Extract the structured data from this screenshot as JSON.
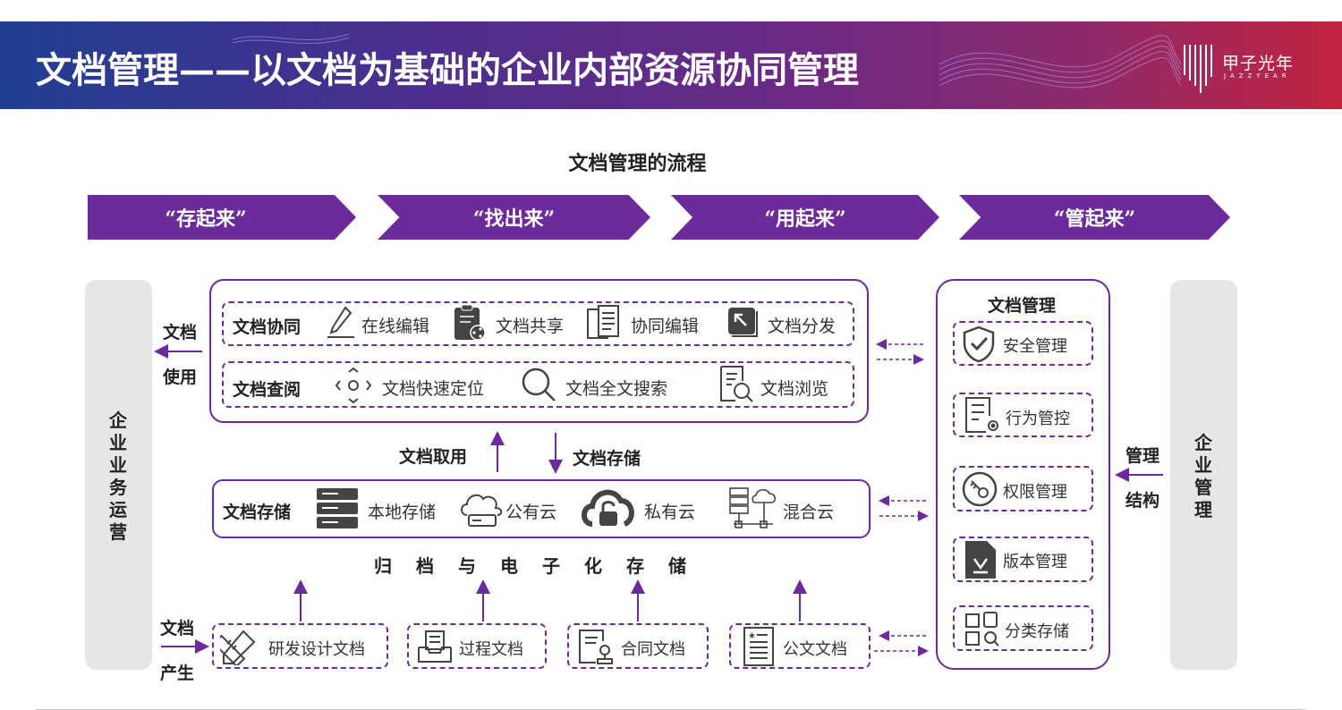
{
  "header": {
    "title": "文档管理——以文档为基础的企业内部资源协同管理",
    "logo_cn": "甲子光年",
    "logo_en": "JAZZYEAR"
  },
  "diagram_title": "文档管理的流程",
  "stages": [
    "“存起来”",
    "“找出来”",
    "“用起来”",
    "“管起来”"
  ],
  "left_panel": {
    "label": "企业业务运营",
    "chars": [
      "企",
      "业",
      "业",
      "务",
      "运",
      "营"
    ]
  },
  "right_panel": {
    "label": "企业管理",
    "chars": [
      "企",
      "业",
      "管",
      "理"
    ]
  },
  "flow_labels": {
    "doc_use_1": "文档",
    "doc_use_2": "使用",
    "doc_produce_1": "文档",
    "doc_produce_2": "产生",
    "doc_retrieve": "文档取用",
    "doc_store": "文档存储",
    "mgmt_structure_1": "管理",
    "mgmt_structure_2": "结构"
  },
  "collaboration": {
    "title": "文档协同",
    "items": [
      {
        "label": "在线编辑",
        "icon": "pen-icon"
      },
      {
        "label": "文档共享",
        "icon": "share-doc-icon"
      },
      {
        "label": "协同编辑",
        "icon": "collab-edit-icon"
      },
      {
        "label": "文档分发",
        "icon": "distribute-icon"
      }
    ]
  },
  "review": {
    "title": "文档查阅",
    "items": [
      {
        "label": "文档快速定位",
        "icon": "locate-icon"
      },
      {
        "label": "文档全文搜索",
        "icon": "search-icon"
      },
      {
        "label": "文档浏览",
        "icon": "browse-doc-icon"
      }
    ]
  },
  "storage": {
    "title": "文档存储",
    "items": [
      {
        "label": "本地存储",
        "icon": "server-icon"
      },
      {
        "label": "公有云",
        "icon": "public-cloud-icon"
      },
      {
        "label": "私有云",
        "icon": "private-cloud-icon"
      },
      {
        "label": "混合云",
        "icon": "hybrid-cloud-icon"
      }
    ]
  },
  "archive_label": "归档与电子化存储",
  "sources": [
    {
      "label": "研发设计文档",
      "icon": "design-tools-icon"
    },
    {
      "label": "过程文档",
      "icon": "inbox-doc-icon"
    },
    {
      "label": "合同文档",
      "icon": "contract-icon"
    },
    {
      "label": "公文文档",
      "icon": "official-doc-icon"
    }
  ],
  "management": {
    "title": "文档管理",
    "items": [
      {
        "label": "安全管理",
        "icon": "shield-icon"
      },
      {
        "label": "行为管控",
        "icon": "behavior-control-icon"
      },
      {
        "label": "权限管理",
        "icon": "key-icon"
      },
      {
        "label": "版本管理",
        "icon": "version-icon"
      },
      {
        "label": "分类存储",
        "icon": "category-icon"
      }
    ]
  },
  "colors": {
    "accent": "#6c2a9b",
    "panel_gray": "#e6e6e6",
    "icon": "#444444"
  }
}
